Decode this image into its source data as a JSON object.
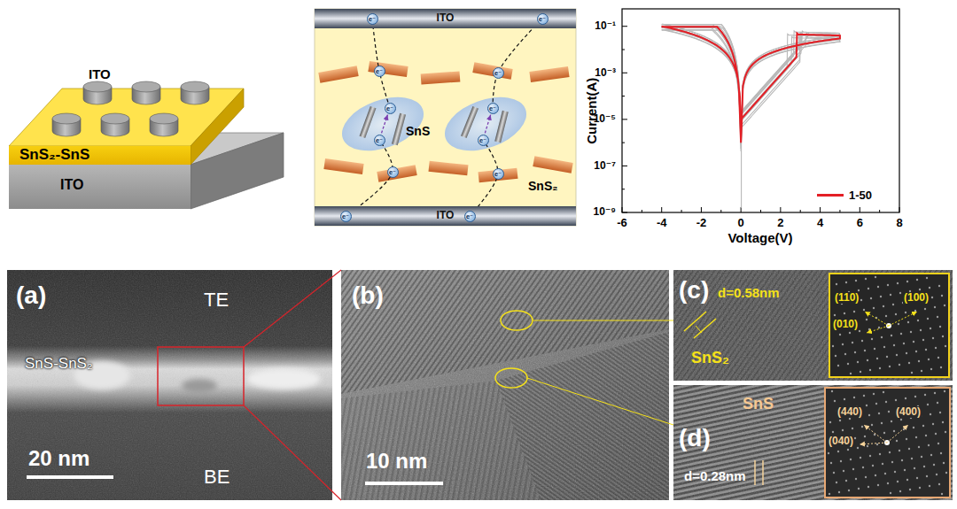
{
  "diagram": {
    "nodes": [
      {
        "text": [
          "SnS₂-SnS"
        ]
      },
      {
        "text": [
          "ITO"
        ]
      },
      {
        "text": [
          "ITO"
        ]
      },
      {
        "text": [
          "ITO"
        ]
      },
      {
        "text": [
          "(a)",
          "TE",
          "SnS-SnS₂",
          "20 nm",
          "BE"
        ]
      },
      {
        "text": [
          "(b)",
          "10 nm"
        ]
      },
      {
        "text": [
          "(c)",
          "d=0.58nm",
          "SnS₂"
        ]
      },
      {
        "text": [
          "(110)",
          "(100)",
          "(010)"
        ],
        "in": 6
      },
      {
        "text": [
          "SnS",
          "(d)",
          "d=0.28nm"
        ]
      },
      {
        "text": [
          "(440)",
          "(400)",
          "(040)"
        ],
        "in": 8
      }
    ],
    "labels": [
      "ITO",
      "SnS",
      "SnS₂",
      "e⁻",
      "e⁻",
      "e⁻",
      "e⁻",
      "e⁻",
      "e⁻",
      "e⁻",
      "e⁻",
      "e⁻",
      "e⁻",
      "e⁻",
      "e⁻",
      "Current(A)",
      "Voltage(V)",
      "10⁻¹",
      "10⁻³",
      "10⁻⁵",
      "10⁻⁷",
      "10⁻⁹",
      "-6",
      "-4",
      "-2",
      "0",
      "2",
      "4",
      "6",
      "8"
    ],
    "legend": [
      {
        "text": "1-50"
      }
    ]
  }
}
